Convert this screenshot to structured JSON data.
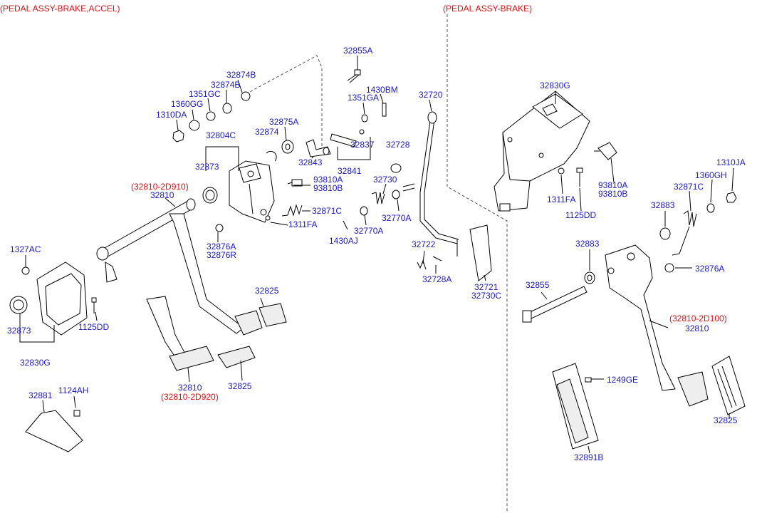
{
  "headers": {
    "left": "(PEDAL ASSY-BRAKE,ACCEL)",
    "right": "(PEDAL ASSY-BRAKE)"
  },
  "labels": {
    "p32855A": "32855A",
    "p32874B_1": "32874B",
    "p32874B_2": "32874B",
    "p1351GC": "1351GC",
    "p1360GG": "1360GG",
    "p1310DA": "1310DA",
    "p1430BM": "1430BM",
    "p1351GA": "1351GA",
    "p32720": "32720",
    "p32875A": "32875A",
    "p32874": "32874",
    "p32804C": "32804C",
    "p32843": "32843",
    "p32837": "32837",
    "p32728": "32728",
    "p32841": "32841",
    "p32873_top": "32873",
    "p93810A": "93810A",
    "p93810B": "93810B",
    "p32730": "32730",
    "p32871C_left": "32871C",
    "p32770A_1": "32770A",
    "p32770A_2": "32770A",
    "p1311FA_left": "1311FA",
    "p1430AJ": "1430AJ",
    "p32876A_left": "32876A",
    "p32876R": "32876R",
    "p32810_top": "32810",
    "p1327AC": "1327AC",
    "p32722": "32722",
    "p32728A": "32728A",
    "p32721": "32721",
    "p32730C": "32730C",
    "p32825_mid": "32825",
    "p32873_left": "32873",
    "p1125DD_left": "1125DD",
    "p32830G_left": "32830G",
    "p32810_bottom": "32810",
    "p32825_left": "32825",
    "p32881": "32881",
    "p1124AH": "1124AH",
    "p32830G_right": "32830G",
    "p93810A_right": "93810A",
    "p93810B_right": "93810B",
    "p1311FA_right": "1311FA",
    "p1125DD_right": "1125DD",
    "p1310JA": "1310JA",
    "p1360GH": "1360GH",
    "p32871C_right": "32871C",
    "p32883_1": "32883",
    "p32883_2": "32883",
    "p32876A_right": "32876A",
    "p32855": "32855",
    "p32810_right": "32810",
    "p1249GE": "1249GE",
    "p32825_right": "32825",
    "p32891B": "32891B"
  },
  "red_labels": {
    "r2D910": "(32810-2D910)",
    "r2D920": "(32810-2D920)",
    "r2D100": "(32810-2D100)"
  }
}
